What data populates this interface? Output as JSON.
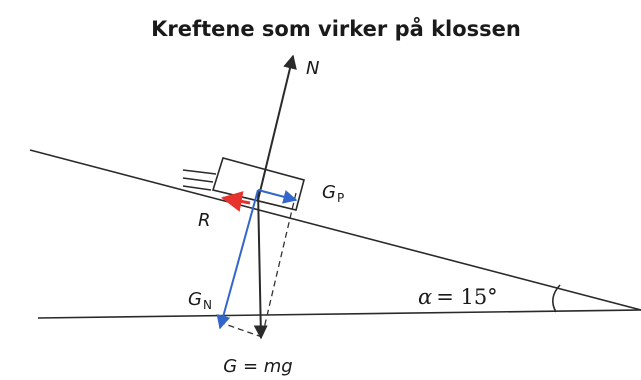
{
  "title": "Kreftene som virker på klossen",
  "labels": {
    "normal_force": "N",
    "friction": "R",
    "parallel_main": "G",
    "parallel_sub": "P",
    "normal_comp_main": "G",
    "normal_comp_sub": "N",
    "gravity": "G = mg",
    "angle_symbol": "α",
    "angle_value": "= 15°"
  },
  "colors": {
    "line": "#2a2a2a",
    "gravity_components": "#3366cc",
    "friction": "#e8322d",
    "dashed": "#333333"
  }
}
